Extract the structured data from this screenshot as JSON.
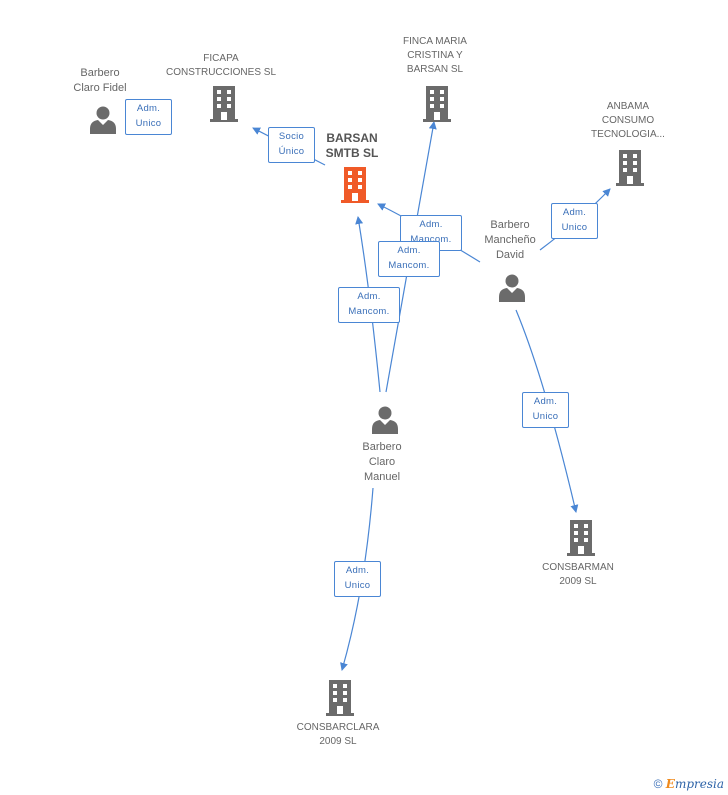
{
  "colors": {
    "edge": "#4a86d4",
    "building": "#6b6b6b",
    "focus_building": "#f05a28",
    "person": "#6b6b6b"
  },
  "nodes": {
    "barbero_claro_fidel": {
      "label_1": "Barbero",
      "label_2": "Claro Fidel",
      "icon": "person-icon"
    },
    "ficapa": {
      "label_1": "FICAPA",
      "label_2": "CONSTRUCCIONES SL",
      "icon": "building-icon"
    },
    "finca": {
      "label_1": "FINCA MARIA",
      "label_2": "CRISTINA Y",
      "label_3": "BARSAN SL",
      "icon": "building-icon"
    },
    "anbama": {
      "label_1": "ANBAMA",
      "label_2": "CONSUMO",
      "label_3": "TECNOLOGIA...",
      "icon": "building-icon"
    },
    "barsan": {
      "label_1": "BARSAN",
      "label_2": "SMTB SL",
      "icon": "building-icon"
    },
    "barbero_manchenyo": {
      "label_1": "Barbero",
      "label_2": "Mancheño",
      "label_3": "David",
      "icon": "person-icon"
    },
    "barbero_claro_manuel": {
      "label_1": "Barbero",
      "label_2": "Claro",
      "label_3": "Manuel",
      "icon": "person-icon"
    },
    "consbarman": {
      "label_1": "CONSBARMAN",
      "label_2": "2009 SL",
      "icon": "building-icon"
    },
    "consbarclara": {
      "label_1": "CONSBARCLARA",
      "label_2": "2009 SL",
      "icon": "building-icon"
    }
  },
  "edges": {
    "fidel_ficapa": {
      "line_1": "Adm.",
      "line_2": "Unico"
    },
    "barsan_ficapa": {
      "line_1": "Socio",
      "line_2": "Único"
    },
    "david_barsan": {
      "line_1": "Adm.",
      "line_2": "Mancom."
    },
    "manuel_finca": {
      "line_1": "Adm.",
      "line_2": "Mancom."
    },
    "manuel_barsan": {
      "line_1": "Adm.",
      "line_2": "Mancom."
    },
    "david_anbama": {
      "line_1": "Adm.",
      "line_2": "Unico"
    },
    "david_consbarman": {
      "line_1": "Adm.",
      "line_2": "Unico"
    },
    "manuel_consbarclara": {
      "line_1": "Adm.",
      "line_2": "Unico"
    }
  },
  "footer": {
    "copyright_symbol": "©",
    "brand_first": "E",
    "brand_rest": "mpresia"
  }
}
